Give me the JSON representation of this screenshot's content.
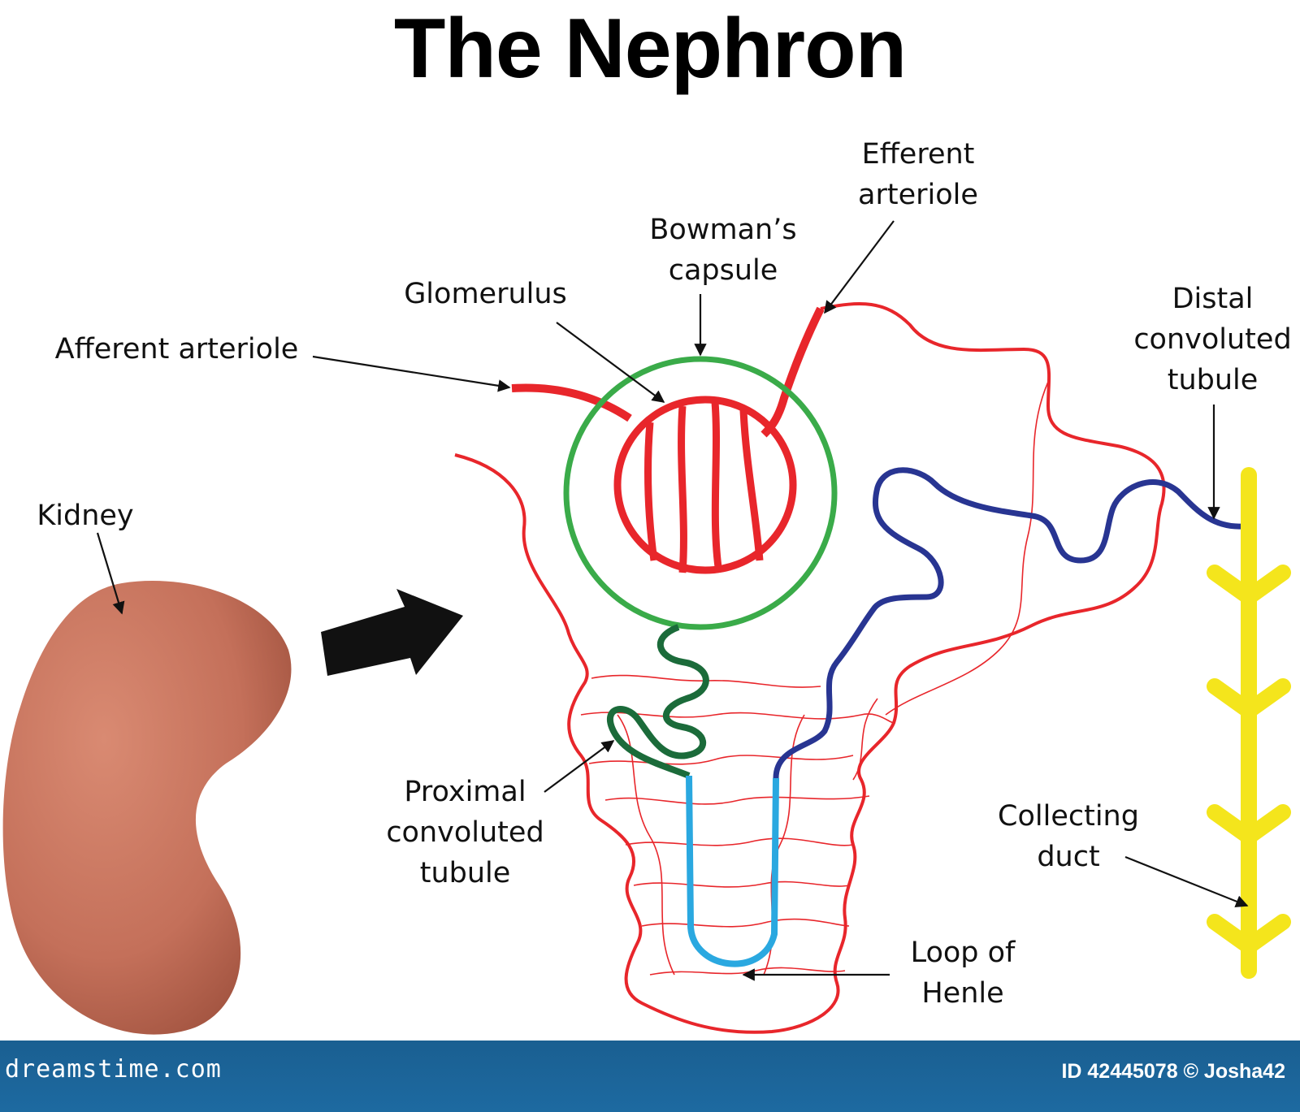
{
  "title": "The Nephron",
  "labels": {
    "afferent": "Afferent arteriole",
    "glomerulus": "Glomerulus",
    "bowmans_1": "Bowman’s",
    "bowmans_2": "capsule",
    "efferent_1": "Efferent",
    "efferent_2": "arteriole",
    "distal_1": "Distal",
    "distal_2": "convoluted",
    "distal_3": "tubule",
    "kidney": "Kidney",
    "proximal_1": "Proximal",
    "proximal_2": "convoluted",
    "proximal_3": "tubule",
    "collecting_1": "Collecting",
    "collecting_2": "duct",
    "loop_1": "Loop of",
    "loop_2": "Henle"
  },
  "footer": {
    "logo": "dreamstime.com",
    "id_text": "ID 42445078 © Josha42"
  },
  "colors": {
    "vessel": "#e8262b",
    "bowmans": "#3aab49",
    "proximal": "#1b6b3a",
    "loop": "#2aa8e0",
    "distal": "#283592",
    "collecting": "#f4e51c",
    "kidney": "#c4705a",
    "footer": "#1d6aa1"
  }
}
